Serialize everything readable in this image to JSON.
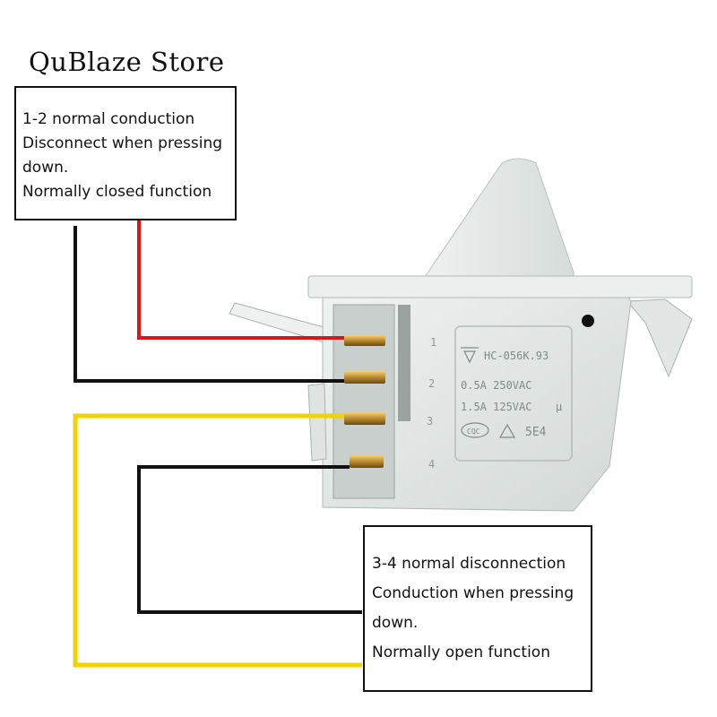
{
  "store_title": "QuBlaze Store",
  "box_nc": {
    "lines": [
      "1-2 normal conduction",
      "Disconnect when pressing",
      "down.",
      "Normally closed function"
    ]
  },
  "box_no": {
    "lines": [
      "3-4 normal disconnection",
      "Conduction when pressing",
      "down.",
      "Normally open function"
    ]
  },
  "switch_label": {
    "model": "HC-056K.93",
    "rating_1": "0.5A 250VAC",
    "rating_2": "1.5A 125VAC",
    "code": "5E4",
    "cqc": "CQC",
    "rating_suffix": "μ"
  },
  "terminal_numbers": [
    "1",
    "2",
    "3",
    "4"
  ],
  "colors": {
    "wire_red": "#d81818",
    "wire_black": "#111111",
    "wire_yellow": "#f2d200",
    "switch_body": "#e6ebe9"
  }
}
